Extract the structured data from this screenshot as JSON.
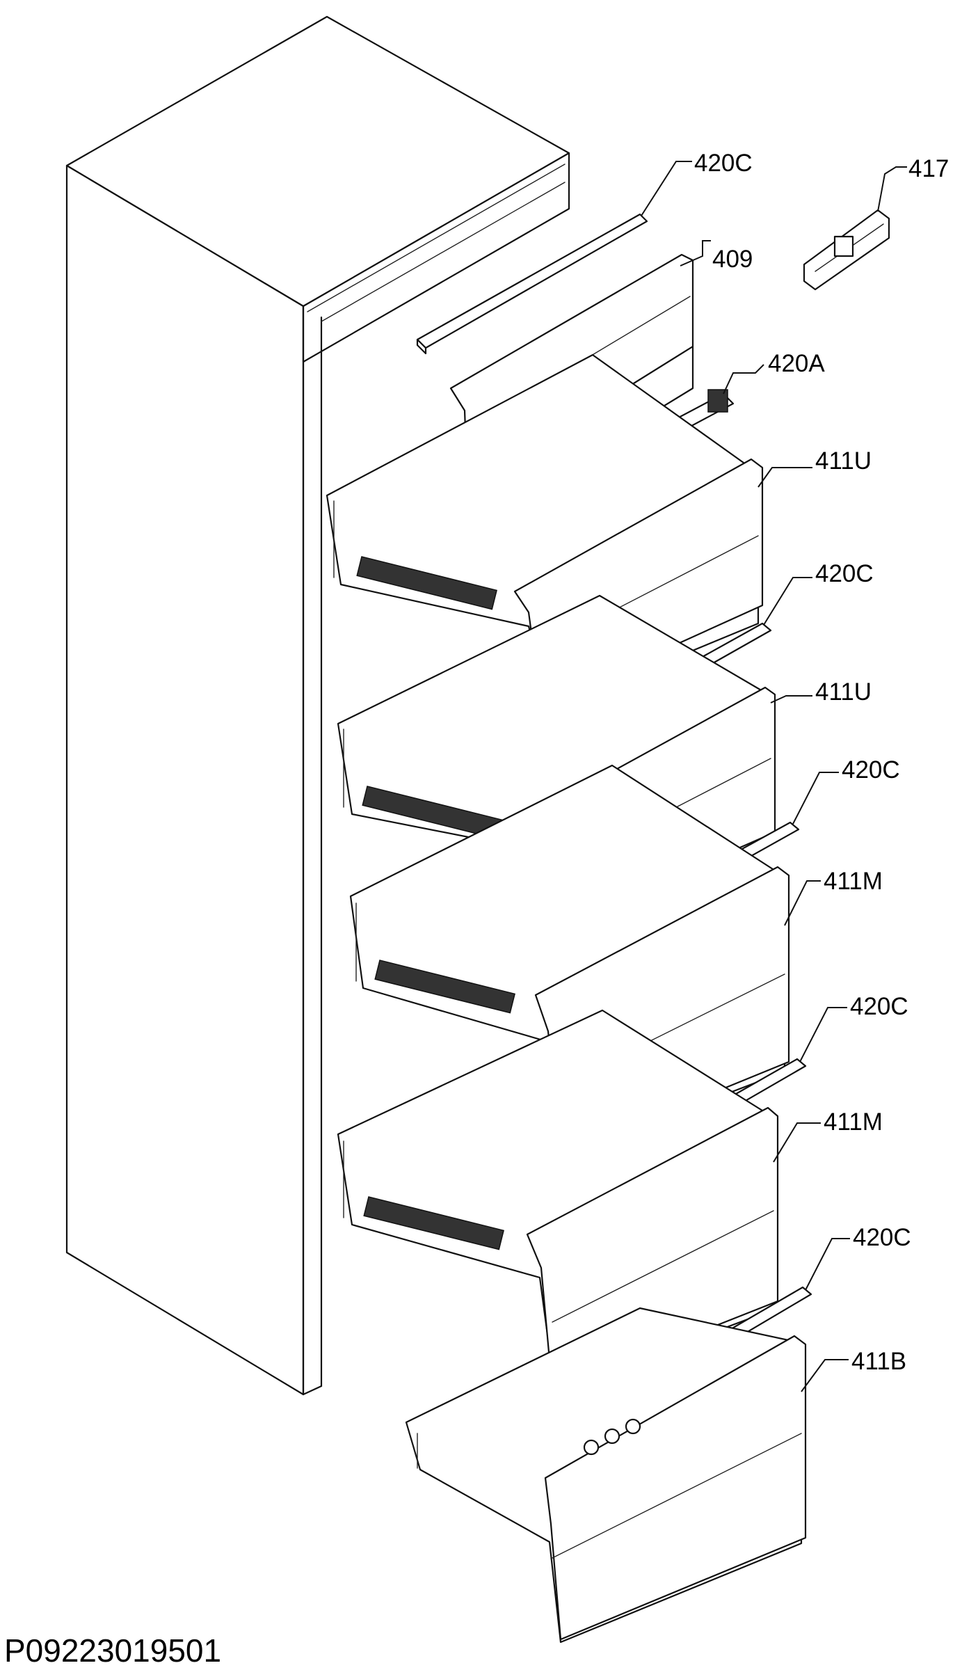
{
  "labels": {
    "rail_top": "420C",
    "clip": "417",
    "flap": "409",
    "hinge": "420A",
    "drawer_1": "411U",
    "rail_1": "420C",
    "drawer_2": "411U",
    "rail_2": "420C",
    "drawer_3": "411M",
    "rail_3": "420C",
    "drawer_4": "411M",
    "rail_4": "420C",
    "drawer_bottom": "411B"
  },
  "drawing_code": "P09223019501"
}
